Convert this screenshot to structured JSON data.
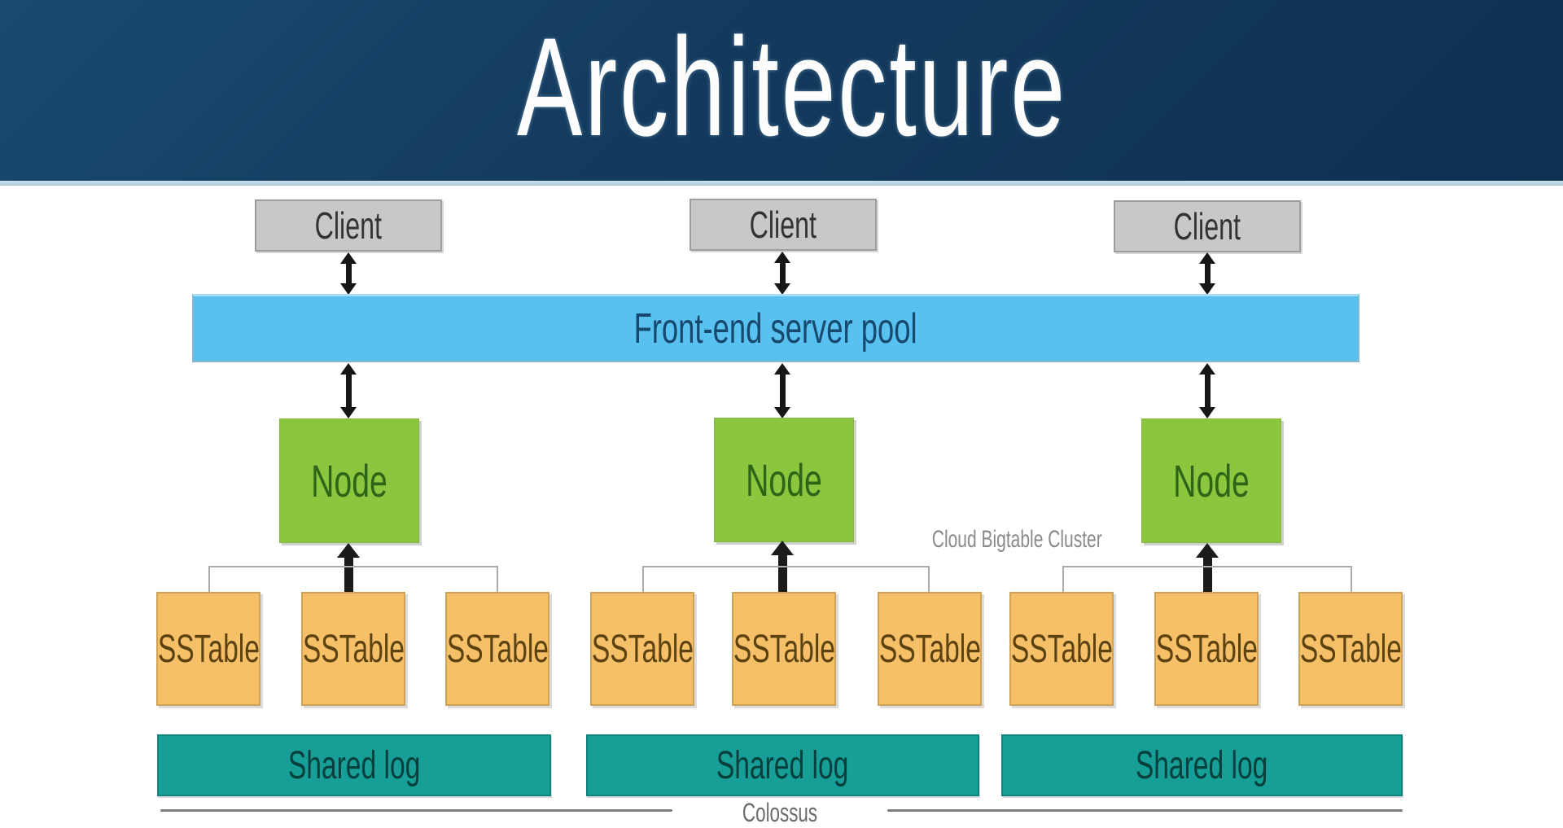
{
  "header": {
    "title": "Architecture"
  },
  "clients": [
    {
      "label": "Client"
    },
    {
      "label": "Client"
    },
    {
      "label": "Client"
    }
  ],
  "front_end_pool": {
    "label": "Front-end server pool"
  },
  "nodes": [
    {
      "label": "Node"
    },
    {
      "label": "Node"
    },
    {
      "label": "Node"
    }
  ],
  "cluster_caption": "Cloud Bigtable Cluster",
  "sstable_groups": [
    {
      "items": [
        "SSTable",
        "SSTable",
        "SSTable"
      ]
    },
    {
      "items": [
        "SSTable",
        "SSTable",
        "SSTable"
      ]
    },
    {
      "items": [
        "SSTable",
        "SSTable",
        "SSTable"
      ]
    }
  ],
  "shared_logs": [
    {
      "label": "Shared log"
    },
    {
      "label": "Shared log"
    },
    {
      "label": "Shared log"
    }
  ],
  "colossus_caption": "Colossus",
  "colors": {
    "header_bg": "#133a5d",
    "client_fill": "#c8c8c8",
    "pool_fill": "#58c1f0",
    "node_fill": "#8cc63f",
    "sstable_fill": "#f6c068",
    "shared_log_fill": "#179e96",
    "arrow": "#161616"
  }
}
